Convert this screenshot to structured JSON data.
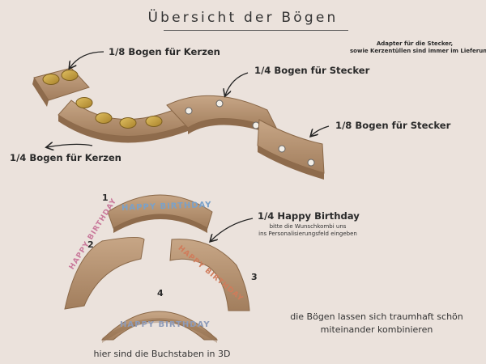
{
  "title": "Übersicht der Bögen",
  "labels": {
    "eighth_candles": "1/8 Bogen für Kerzen",
    "quarter_candles": "1/4 Bogen für Kerzen",
    "quarter_plug": "1/4 Bogen für Stecker",
    "eighth_plug": "1/8 Bogen für Stecker",
    "happy_birthday": "1/4 Happy Birthday"
  },
  "adapter_note": {
    "line1": "Adapter für die Stecker,",
    "line2": "sowie Kerzentüllen sind immer im Lieferumfang"
  },
  "hb_note": {
    "line1": "bitte die Wunschkombi uns",
    "line2": "ins Personalisierungsfeld eingeben"
  },
  "combine_note": {
    "line1": "die Bögen lassen sich traumhaft schön",
    "line2": "miteinander kombinieren"
  },
  "letters_3d": "hier sind die Buchstaben in 3D",
  "arc_numbers": [
    "1",
    "2",
    "3",
    "4"
  ],
  "arc_text": "HAPPY BIRTHDAY",
  "colors": {
    "background": "#ebe2dc",
    "wood": "#b89674",
    "wood_dark": "#9a7555",
    "brass": "#c8a13c"
  }
}
